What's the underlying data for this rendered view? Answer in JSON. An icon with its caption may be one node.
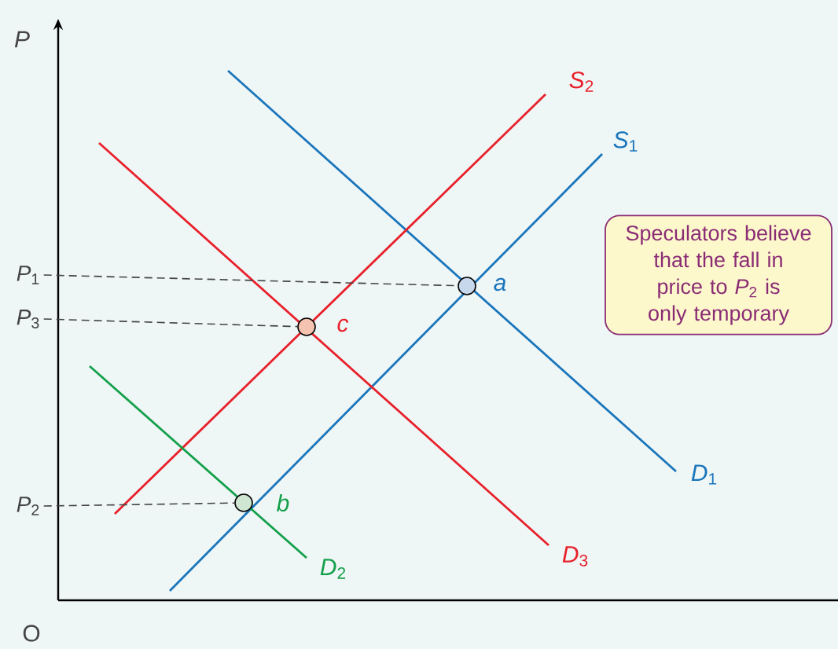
{
  "diagram": {
    "nodes": [
      {
        "text": [
          "Speculators believe that the fall in price to *P*$_{2}$ is only temporary"
        ]
      },
      {
        "text": [
          "*P*$_{1}$"
        ]
      },
      {
        "text": [],
        "shape": "circle",
        "beside": [
          "*a*"
        ]
      },
      {
        "text": [
          "*P*$_{3}$"
        ]
      },
      {
        "text": [],
        "shape": "circle",
        "beside": [
          "*c*"
        ]
      },
      {
        "text": [
          "*P*$_{2}$"
        ]
      },
      {
        "text": [],
        "shape": "circle",
        "beside": [
          "*b*"
        ]
      }
    ],
    "edges": [
      {
        "from": 1,
        "to": 2,
        "arrow": "none",
        "style": "dashed"
      },
      {
        "from": 3,
        "to": 4,
        "arrow": "none",
        "style": "dashed"
      },
      {
        "from": 5,
        "to": 6,
        "arrow": "none",
        "style": "dashed"
      }
    ],
    "labels": [
      "*P*",
      "*S*$_{2}$",
      "*S*$_{1}$",
      "*D*$_{1}$",
      "*D*$_{3}$",
      "*D*$_{2}$",
      "O"
    ]
  }
}
